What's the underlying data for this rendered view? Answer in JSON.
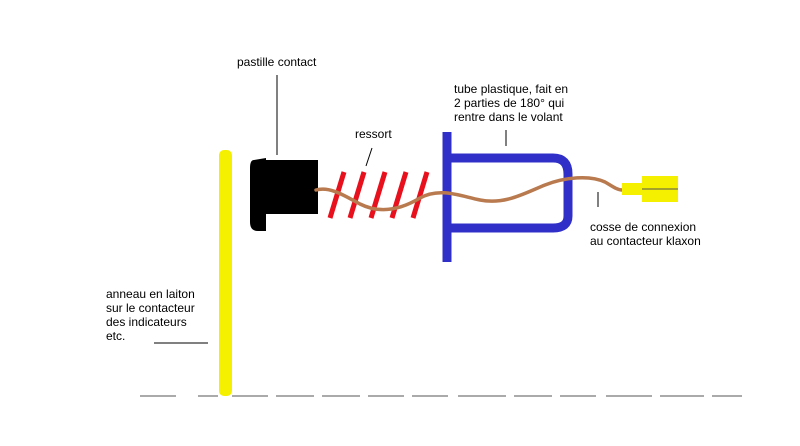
{
  "labels": {
    "pastille": "pastille contact",
    "ressort": "ressort",
    "tube": [
      "tube plastique, fait en",
      "2 parties de 180° qui",
      "rentre dans le volant"
    ],
    "cosse": [
      "cosse de connexion",
      "au contacteur klaxon"
    ],
    "anneau": [
      "anneau en laiton",
      "sur le contacteur",
      "des indicateurs",
      "etc."
    ]
  },
  "colors": {
    "ring": "#f5f000",
    "pad": "#000000",
    "spring": "#e8101c",
    "tube": "#3030c8",
    "wire": "#b87a4e",
    "terminal": "#f5f000"
  }
}
